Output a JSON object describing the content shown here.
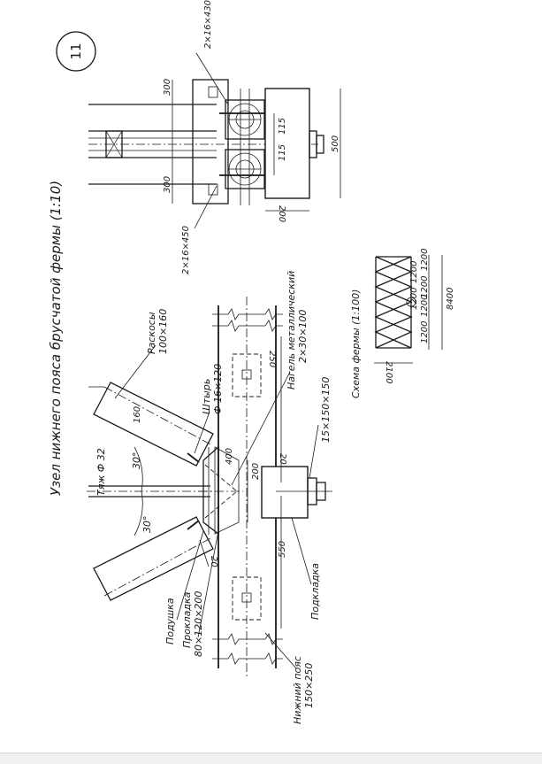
{
  "sheet_number": "11",
  "title": "Узел нижнего пояса брусчатой фермы (1:10)",
  "labels": {
    "tie": "Тяж Ф 32",
    "braces_name": "Раскосы",
    "braces_size": "100×160",
    "pin_name": "Штырь",
    "pin_size": "Ф 16×120",
    "dowel_name": "Нагель металлический",
    "dowel_size": "2×30×100",
    "pad_name": "Подушка",
    "gasket_name": "Прокладка",
    "gasket_size": "80×120×200",
    "chord_name": "Нижний пояс",
    "chord_size": "150×250",
    "underlay_name": "Подкладка",
    "washer_size": "15×150×150",
    "angle_1": "30°",
    "angle_2": "30°"
  },
  "dims": {
    "d160": "160",
    "d250": "250",
    "d400": "400",
    "d200": "200",
    "d20a": "20",
    "d20b": "20",
    "d550": "550",
    "d300a": "300",
    "d300b": "300",
    "d115a": "115",
    "d115b": "115",
    "d500": "500",
    "d200b": "200",
    "bolt_top": "2×16×430",
    "bolt_bottom": "2×16×450"
  },
  "scheme": {
    "title": "Схема фермы (1:100)",
    "height": "2100",
    "panels": [
      "1200",
      "1200",
      "1200",
      "1200",
      "1200",
      "1200"
    ],
    "span": "8400"
  }
}
